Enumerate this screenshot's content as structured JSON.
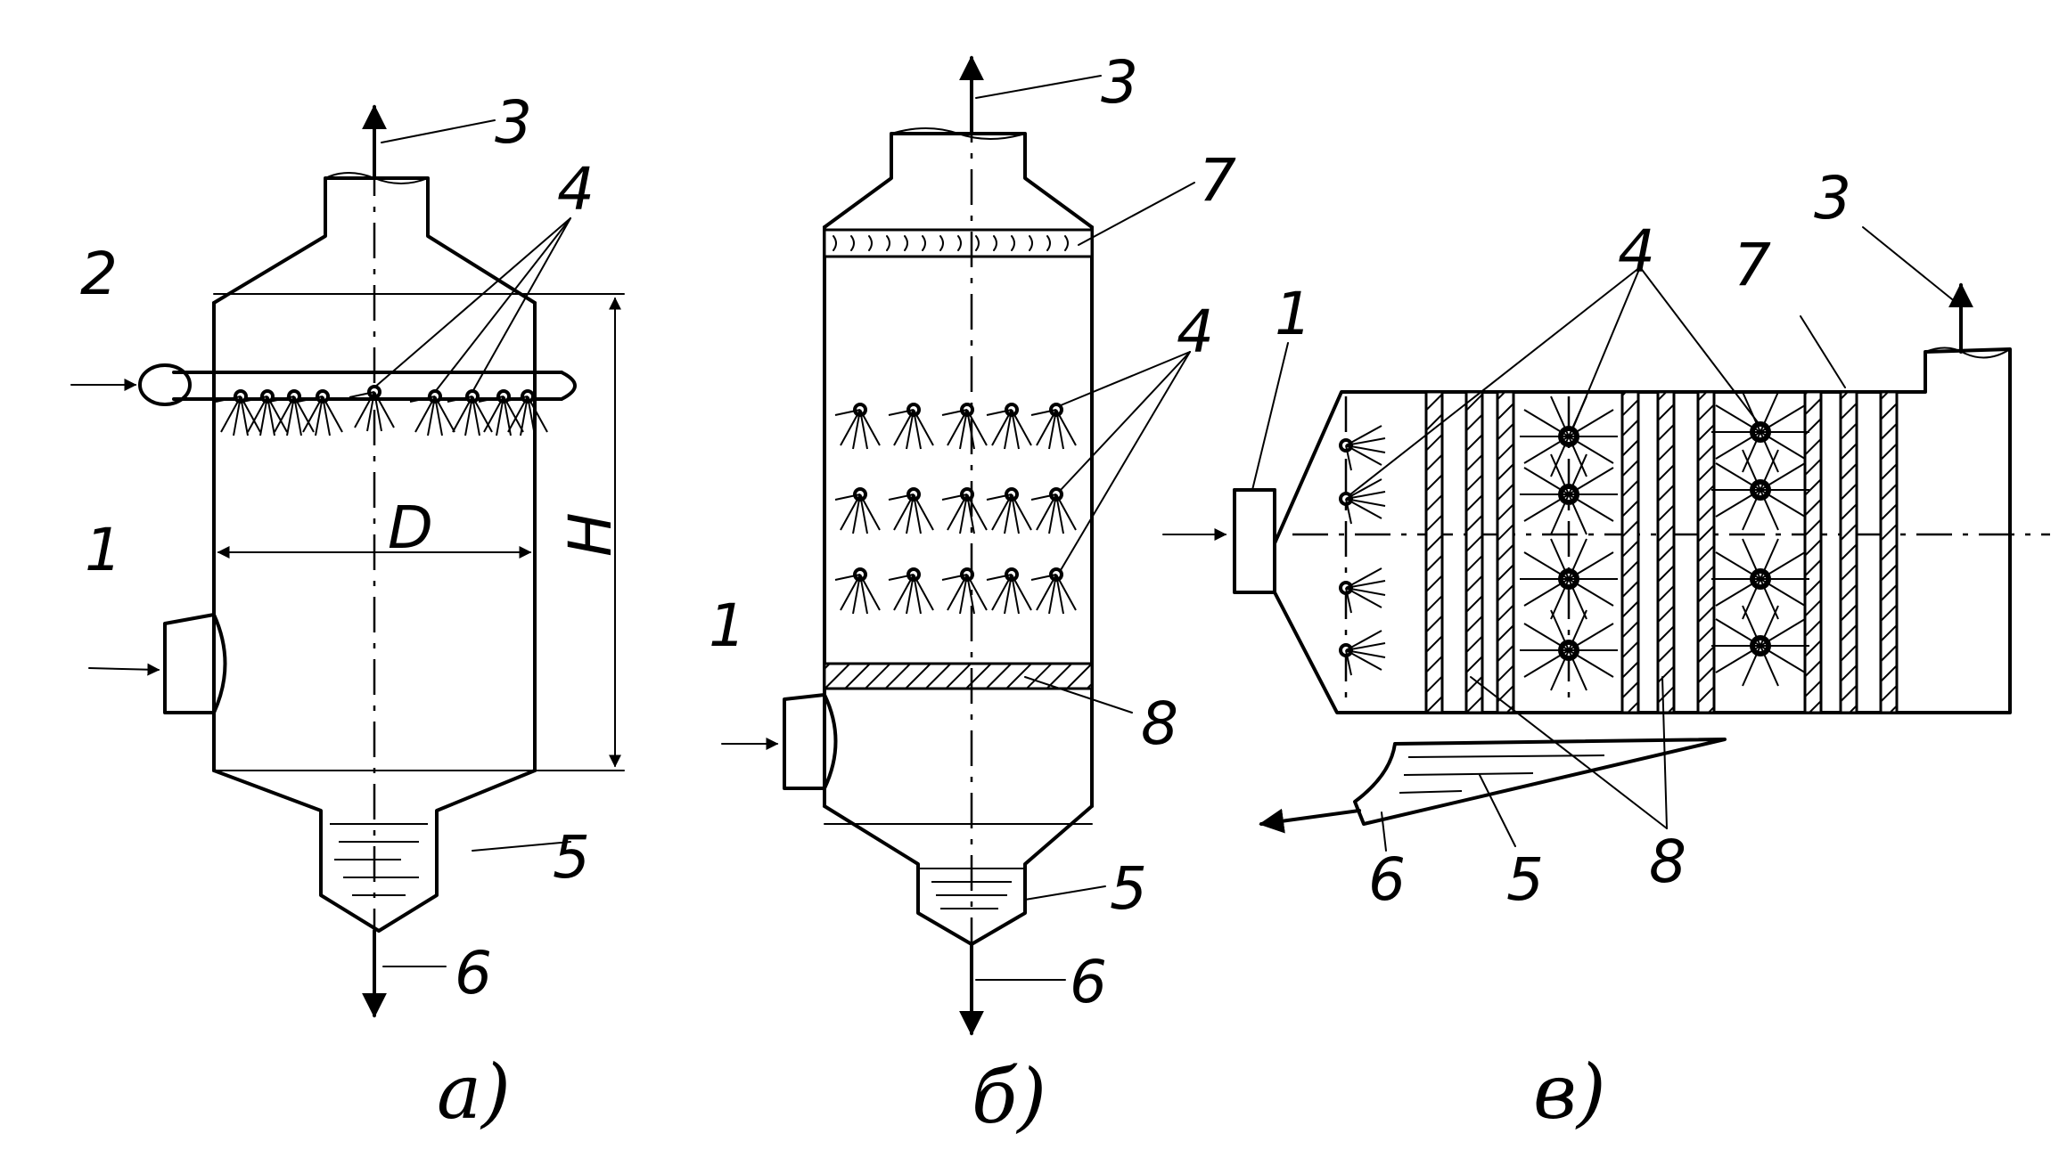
{
  "figure": {
    "panel_a": {
      "caption": "а)",
      "labels": {
        "gas_outlet": "3",
        "nozzles": "4",
        "liquid_inlet": "2",
        "gas_inlet": "1",
        "diameter": "D",
        "height": "H",
        "sludge": "5",
        "sludge_outlet": "6"
      }
    },
    "panel_b": {
      "caption": "б)",
      "labels": {
        "gas_outlet": "3",
        "demister": "7",
        "nozzles": "4",
        "gas_inlet": "1",
        "grid": "8",
        "sludge": "5",
        "sludge_outlet": "6"
      }
    },
    "panel_c": {
      "caption": "в)",
      "labels": {
        "gas_outlet": "3",
        "nozzles": "4",
        "demister": "7",
        "gas_inlet": "1",
        "grids": "8",
        "sludge": "5",
        "sludge_outlet": "6"
      }
    }
  }
}
